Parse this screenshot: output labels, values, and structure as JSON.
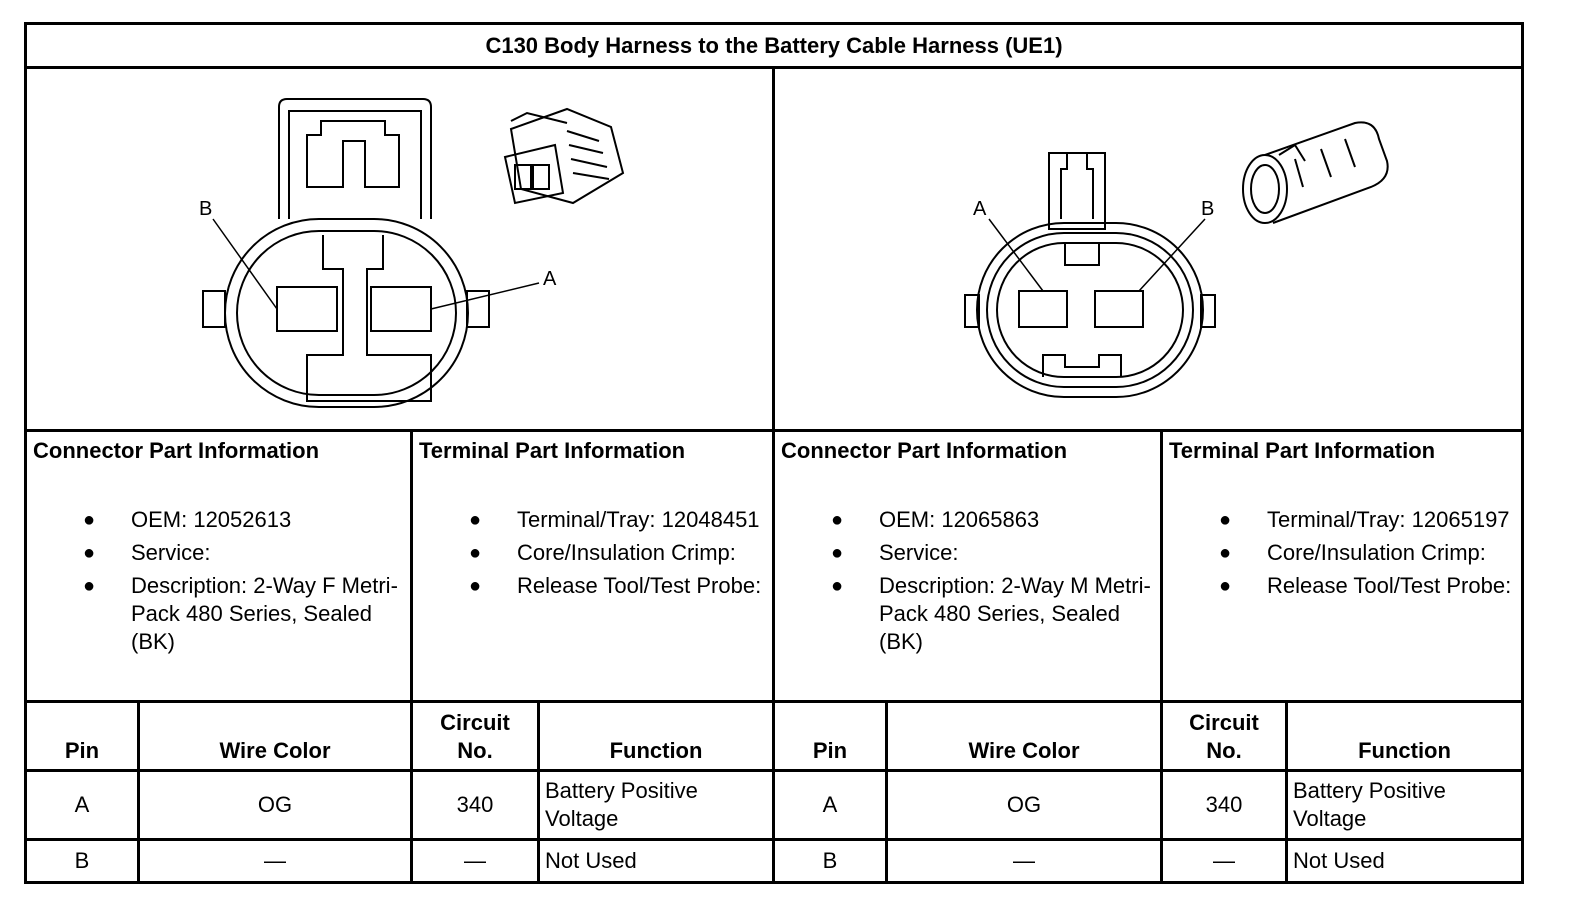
{
  "title": "C130 Body Harness to the Battery Cable Harness (UE1)",
  "connectors": [
    {
      "diagram": {
        "label_b": "B",
        "label_a": "A"
      },
      "connector_info": {
        "heading": "Connector Part Information",
        "items": [
          "OEM: 12052613",
          "Service:",
          "Description: 2-Way F Metri-Pack 480 Series, Sealed (BK)"
        ]
      },
      "terminal_info": {
        "heading": "Terminal Part Information",
        "items": [
          "Terminal/Tray: 12048451",
          "Core/Insulation Crimp:",
          "Release Tool/Test Probe:"
        ]
      },
      "table": {
        "headers": [
          "Pin",
          "Wire Color",
          "Circuit No.",
          "Function"
        ],
        "rows": [
          [
            "A",
            "OG",
            "340",
            "Battery Positive Voltage"
          ],
          [
            "B",
            "—",
            "—",
            "Not Used"
          ]
        ]
      }
    },
    {
      "diagram": {
        "label_a": "A",
        "label_b": "B"
      },
      "connector_info": {
        "heading": "Connector Part Information",
        "items": [
          "OEM: 12065863",
          "Service:",
          "Description: 2-Way M Metri-Pack 480 Series, Sealed (BK)"
        ]
      },
      "terminal_info": {
        "heading": "Terminal Part Information",
        "items": [
          "Terminal/Tray: 12065197",
          "Core/Insulation Crimp:",
          "Release Tool/Test Probe:"
        ]
      },
      "table": {
        "headers": [
          "Pin",
          "Wire Color",
          "Circuit No.",
          "Function"
        ],
        "rows": [
          [
            "A",
            "OG",
            "340",
            "Battery Positive Voltage"
          ],
          [
            "B",
            "—",
            "—",
            "Not Used"
          ]
        ]
      }
    }
  ],
  "bullet_symbol": "●"
}
